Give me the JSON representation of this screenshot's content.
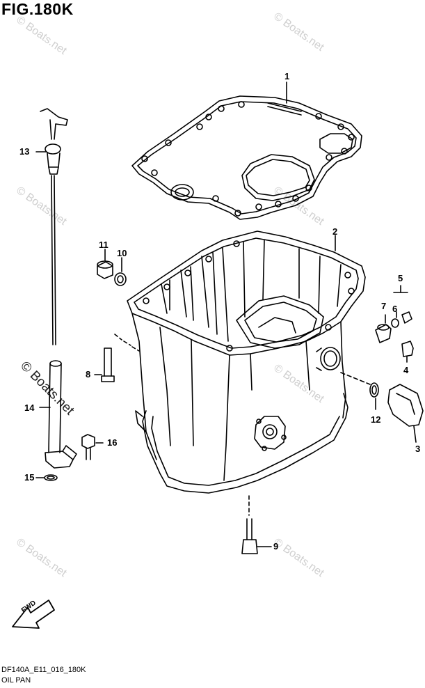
{
  "figure": {
    "title": "FIG.180K",
    "code": "DF140A_E11_016_180K",
    "caption": "OIL PAN"
  },
  "watermark": "© Boats.net",
  "fwd_label": "FWD",
  "callouts": {
    "p1": "1",
    "p2": "2",
    "p3": "3",
    "p4": "4",
    "p5": "5",
    "p6": "6",
    "p7": "7",
    "p8": "8",
    "p9": "9",
    "p10": "10",
    "p11": "11",
    "p12": "12",
    "p13": "13",
    "p14": "14",
    "p15": "15",
    "p16": "16"
  },
  "colors": {
    "line": "#000000",
    "watermark": "#cfcfcf"
  }
}
